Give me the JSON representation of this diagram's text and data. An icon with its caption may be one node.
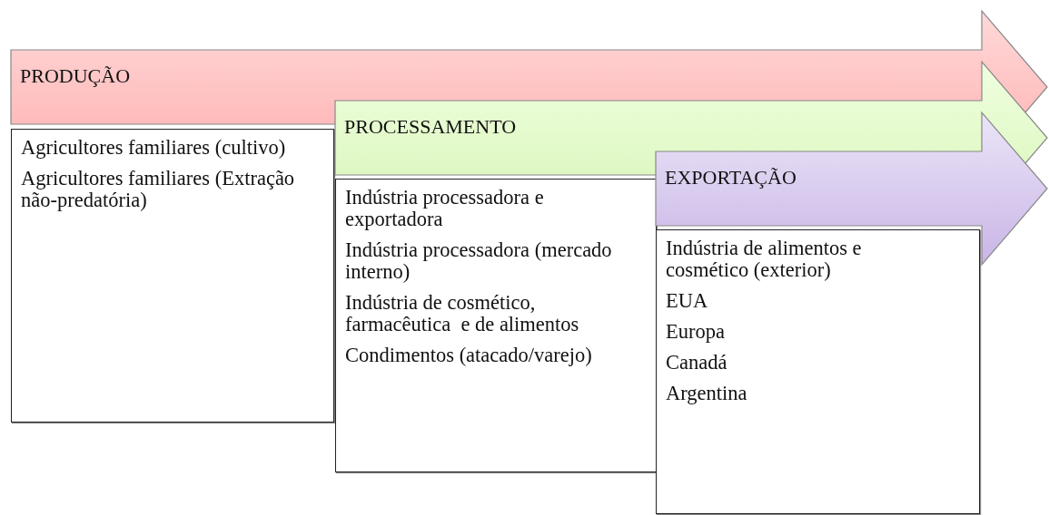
{
  "diagram": {
    "nodes": [
      {
        "text": [
          "PRODUÇÃO"
        ]
      },
      {
        "text": [
          "Agricultores familiares (cultivo)",
          "Agricultores familiares (Extração não-predatória)"
        ]
      },
      {
        "text": [
          "PROCESSAMENTO"
        ]
      },
      {
        "text": [
          "Indústria processadora e exportadora",
          "Indústria processadora (mercado interno)",
          "Indústria de cosmético, farmacêutica  e de alimentos",
          "Condimentos (atacado/varejo)"
        ]
      },
      {
        "text": [
          "EXPORTAÇÃO"
        ]
      },
      {
        "text": [
          "Indústria de alimentos e cosmético (exterior)",
          "EUA",
          "Europa",
          "Canadá",
          "Argentina"
        ]
      }
    ]
  }
}
